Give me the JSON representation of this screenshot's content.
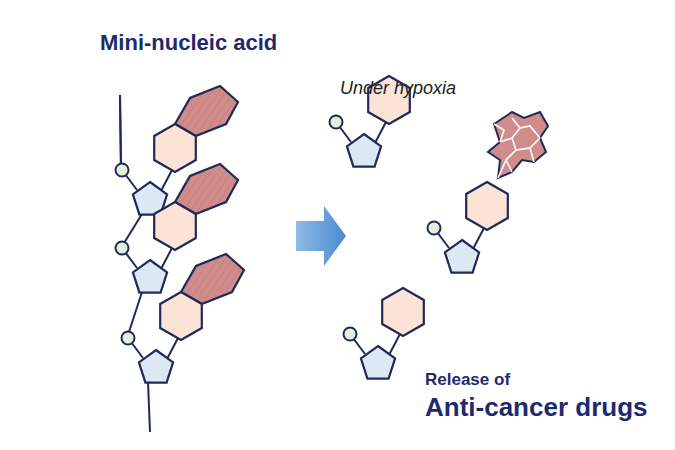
{
  "diagram": {
    "title": "Mini-nucleic acid",
    "labels": [
      "Under hypoxia",
      "Release of",
      "Anti-cancer drugs"
    ]
  }
}
